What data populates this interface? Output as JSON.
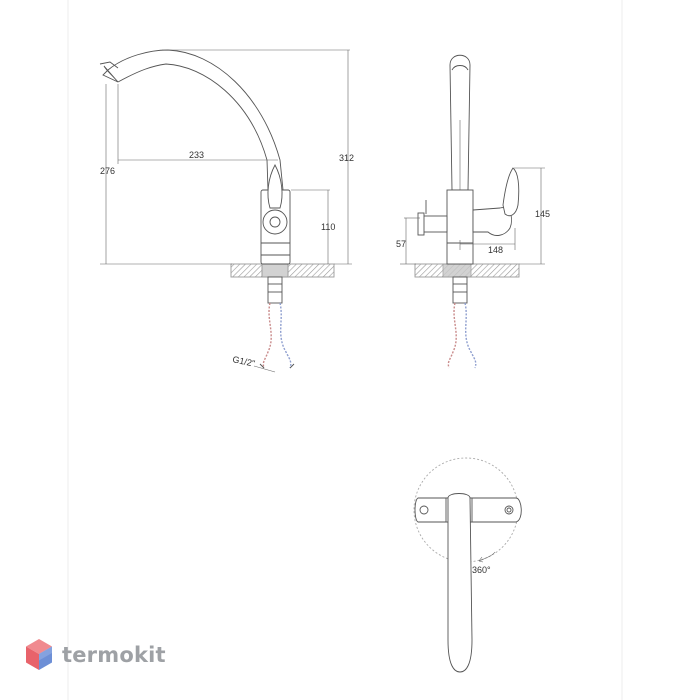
{
  "dimensions": {
    "d276": "276",
    "d233": "233",
    "d312": "312",
    "d110": "110",
    "thread": "G1/2\"",
    "d57": "57",
    "d148": "148",
    "d145": "145",
    "rotation": "360°"
  },
  "brand": {
    "name": "termokit",
    "colors": {
      "red": "#e8636b",
      "blue": "#6d8fd6",
      "text": "#9ea1a5"
    }
  },
  "line_color": "#555555",
  "hatch_color": "#b8b8b8"
}
